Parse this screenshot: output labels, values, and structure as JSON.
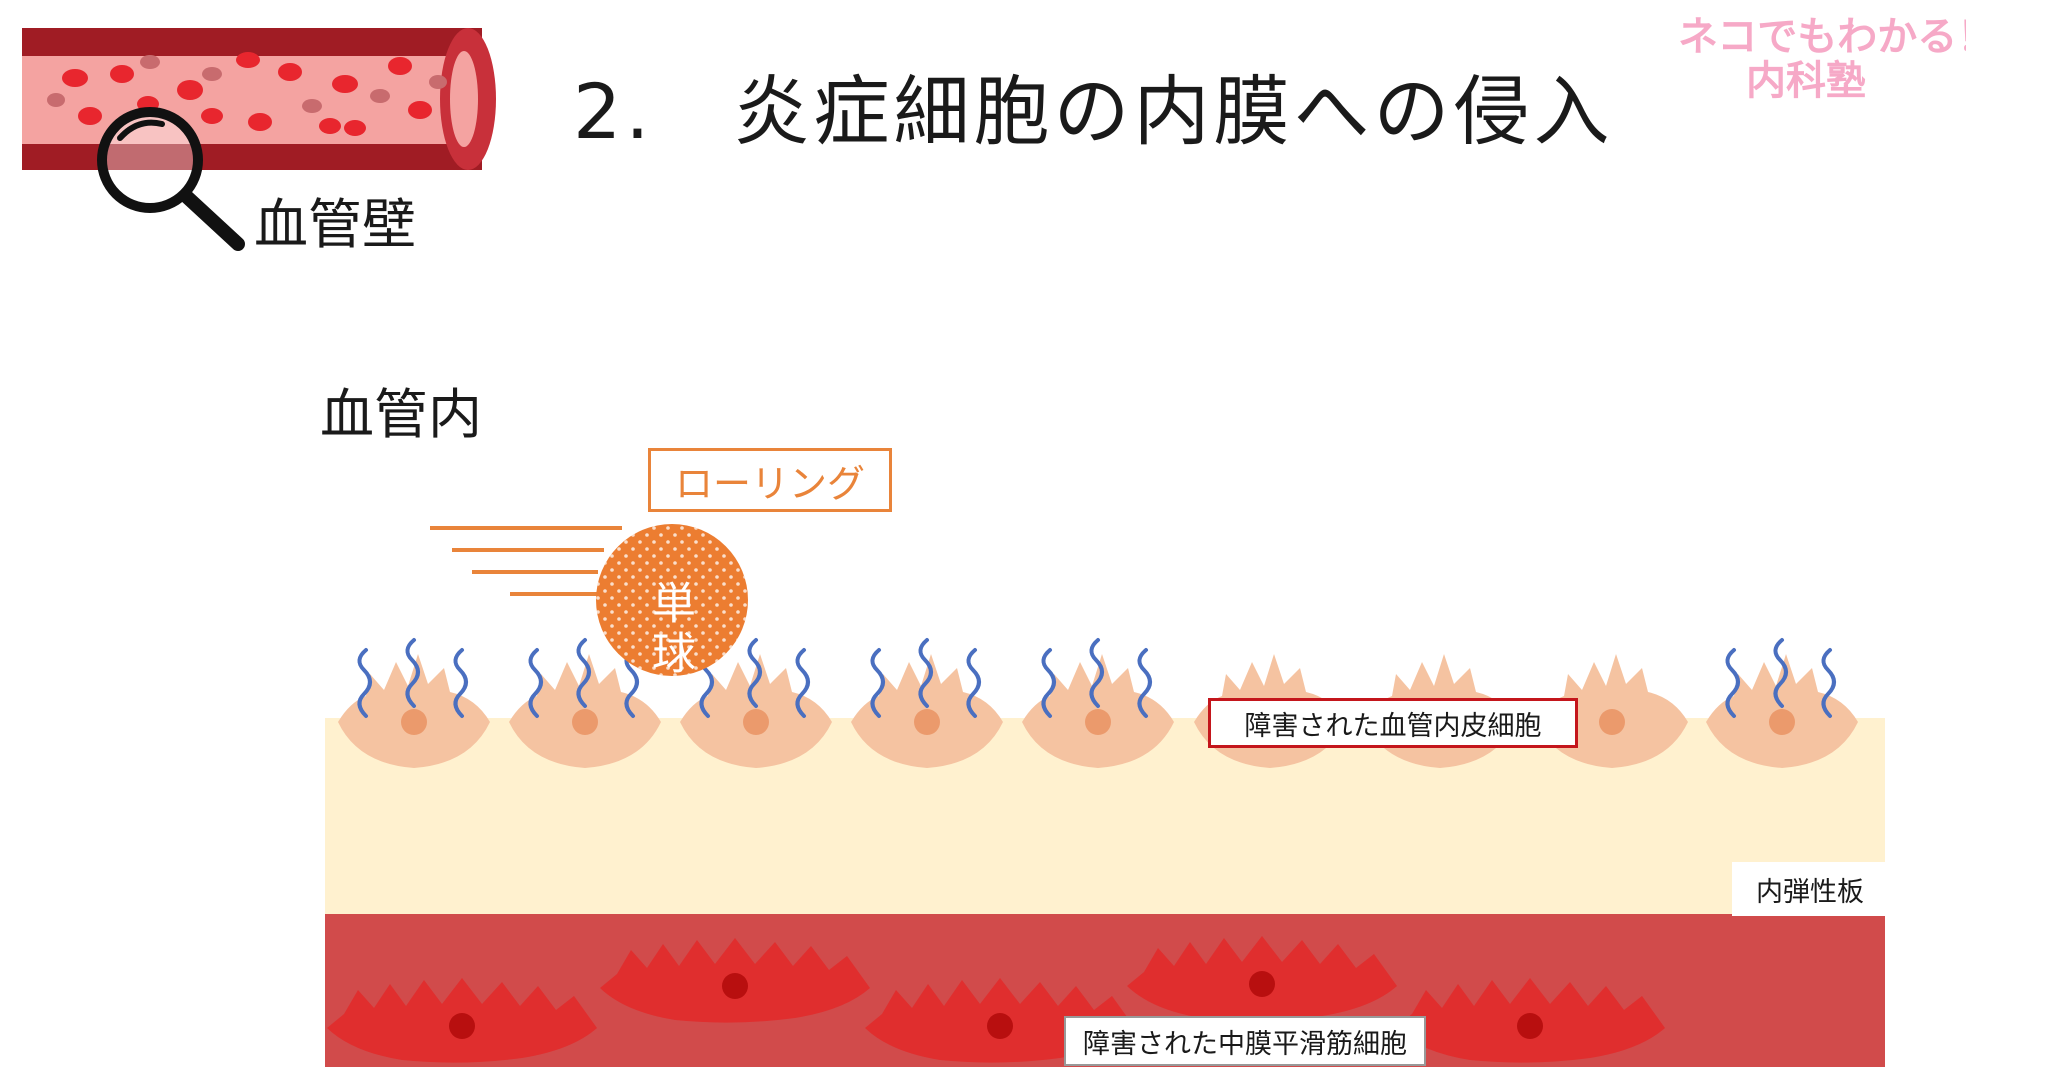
{
  "title": "2.　炎症細胞の内膜への侵入",
  "vessel_icon": {
    "label": "血管壁",
    "icons": [
      "blood-vessel-icon",
      "magnifier-icon"
    ]
  },
  "lumen_label": "血管内",
  "rolling_label": "ローリング",
  "monocyte_label": "単球",
  "labels": {
    "damaged_endothelium": "障害された血管内皮細胞",
    "internal_elastic_lamina": "内弾性板",
    "damaged_smooth_muscle": "障害された中膜平滑筋細胞"
  },
  "logo": {
    "line1": "ネコでもわかる！",
    "line2": "内科塾"
  },
  "colors": {
    "endothelial_cell": "#f5c3a1",
    "cell_nucleus": "#eb9a6c",
    "intima": "#fff1cf",
    "media": "#d14b4b",
    "smooth_muscle_cell": "#e02e2e",
    "smc_nucleus": "#b80f0f",
    "monocyte": "#ec7d31",
    "adhesion_molecule": "#4a6fc0",
    "vessel_wall": "#a01c24",
    "vessel_lumen": "#f4a3a1",
    "red_blood_cell": "#e8262e"
  }
}
